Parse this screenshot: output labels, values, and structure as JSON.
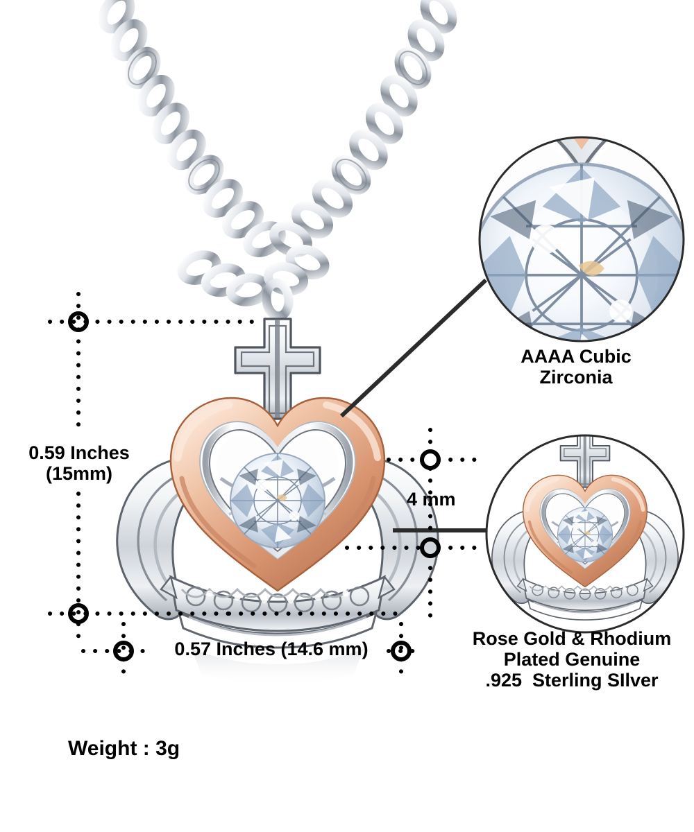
{
  "product": {
    "type": "crown-pendant-necklace",
    "description": "Rose gold and rhodium plated sterling silver crown pendant necklace with cross finial and cubic zirconia center stone on a cable chain"
  },
  "annotations": {
    "height": {
      "line1": "0.59 Inches",
      "line2": "(15mm)",
      "value_inches": "0.59",
      "value_mm": "15mm"
    },
    "width": {
      "text": "0.57 Inches (14.6 mm)",
      "value_inches": "0.57",
      "value_mm": "14.6 mm"
    },
    "stone_size": {
      "text": "4 mm"
    },
    "weight": {
      "text": "Weight : 3g",
      "value": "3g"
    },
    "callout_stone": {
      "line1": "AAAA Cubic",
      "line2": "Zirconia"
    },
    "callout_material": {
      "line1": "Rose Gold & Rhodium",
      "line2": "Plated Genuine",
      "line3": ".925  Sterling SIlver"
    }
  },
  "colors": {
    "background": "#ffffff",
    "ink": "#000000",
    "rose_gold_light": "#f0cbb2",
    "rose_gold": "#dda585",
    "rose_gold_dark": "#c07e5c",
    "silver_light": "#ffffff",
    "silver": "#d8dbe0",
    "silver_dark": "#8e949c",
    "silver_outline": "#5d646d",
    "stone_white": "#ffffff",
    "stone_blue": "#9fb4cc",
    "stone_shadow": "#47566b",
    "leader_line": "#2b2b2b"
  },
  "elements": {
    "chain": "silver cable chain",
    "cross": "cross finial",
    "heart_outer": "rose gold heart frame",
    "heart_inner": "silver inner heart frame",
    "center_stone": "round brilliant cubic zirconia",
    "wing_left": "left crown wing",
    "wing_right": "right crown wing",
    "crown_base": "beaded crown base band",
    "inset_top": "magnified stone detail circle",
    "inset_bottom": "full pendant detail circle"
  }
}
